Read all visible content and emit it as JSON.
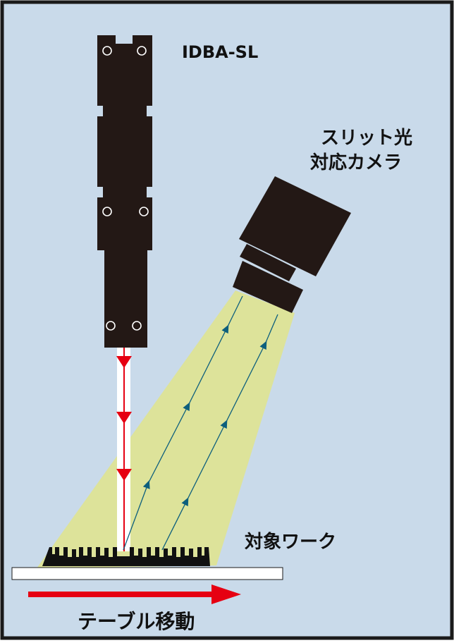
{
  "labels": {
    "device": "IDBA-SL",
    "camera_line1": "スリット光",
    "camera_line2": "対応カメラ",
    "workpiece": "対象ワーク",
    "table_motion": "テーブル移動"
  },
  "colors": {
    "background": "#c9daea",
    "border": "#1a1a1a",
    "device_body": "#231815",
    "slit_beam": "#e60012",
    "camera_body": "#231815",
    "camera_fov": "#dde39a",
    "reflected_ray": "#0d5f7d",
    "table": "#ffffff",
    "arrow": "#e60012"
  },
  "icons": {
    "device": "slit-light-projector-icon",
    "camera": "camera-icon",
    "workpiece": "comb-workpiece-icon"
  }
}
